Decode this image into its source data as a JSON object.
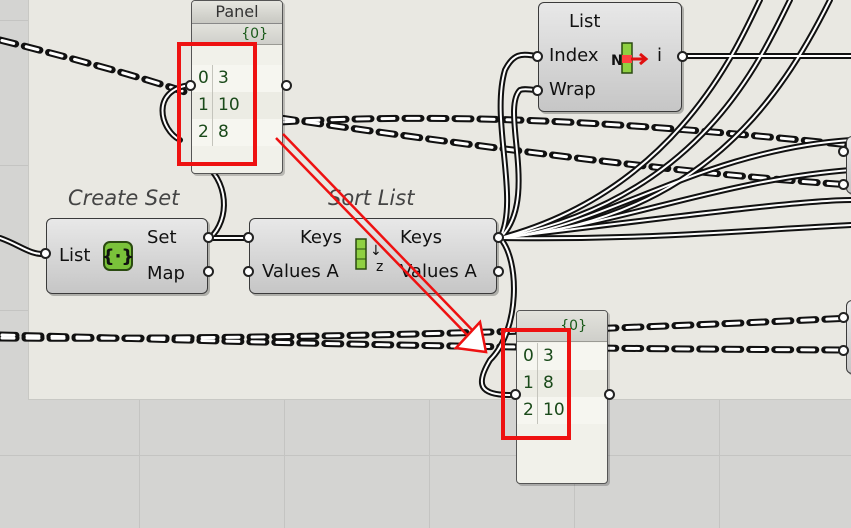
{
  "panel_top": {
    "title": "Panel",
    "path": "{0}",
    "items": [
      {
        "index": "0",
        "value": "3"
      },
      {
        "index": "1",
        "value": "10"
      },
      {
        "index": "2",
        "value": "8"
      }
    ]
  },
  "panel_bottom": {
    "path": "{0}",
    "items": [
      {
        "index": "0",
        "value": "3"
      },
      {
        "index": "1",
        "value": "8"
      },
      {
        "index": "2",
        "value": "10"
      }
    ]
  },
  "create_set": {
    "title": "Create Set",
    "input": "List",
    "outputs": [
      "Set",
      "Map"
    ],
    "icon": "create-set-icon"
  },
  "sort_list": {
    "title": "Sort List",
    "inputs": [
      "Keys",
      "Values A"
    ],
    "outputs": [
      "Keys",
      "Values A"
    ],
    "icon": "sort-icon"
  },
  "list_item": {
    "inputs": [
      "List",
      "Index",
      "Wrap"
    ],
    "output": "i",
    "icon": "list-item-icon"
  },
  "colors": {
    "highlight": "#ee1111",
    "canvas": "#d4d4d2",
    "group": "#e9e8e2",
    "panel": "#f1f1ea"
  }
}
